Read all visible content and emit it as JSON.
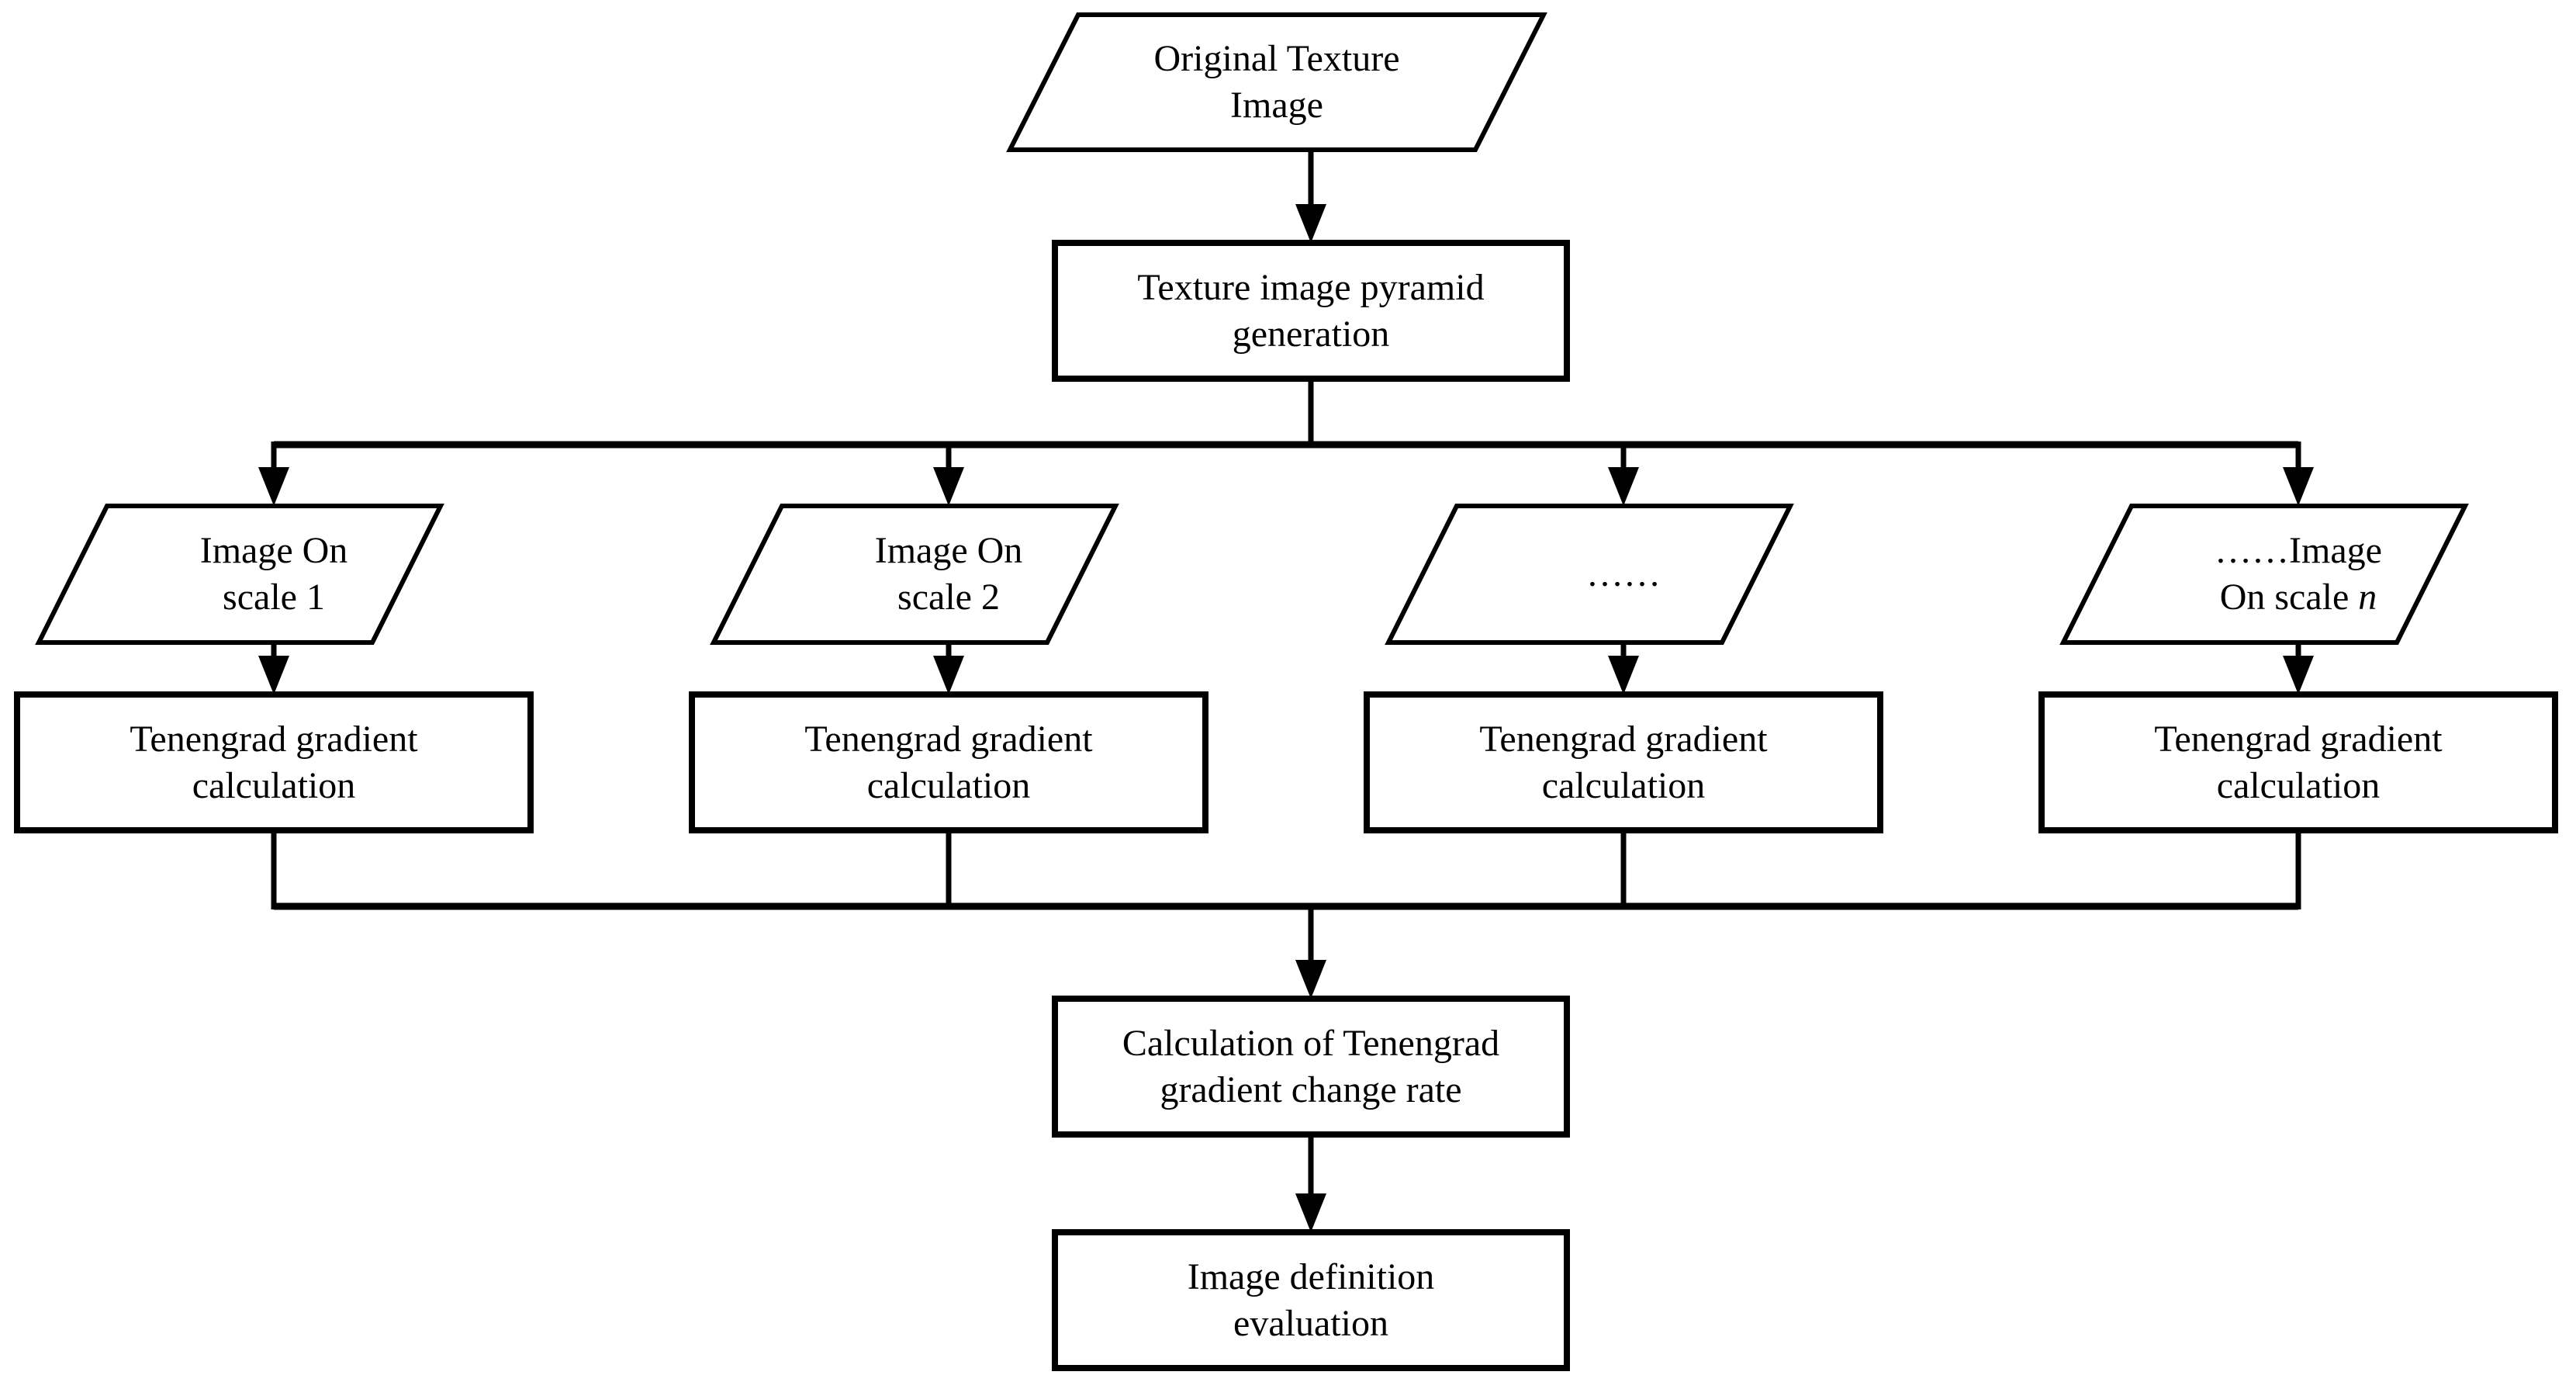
{
  "figure": {
    "type": "flowchart",
    "colors": {
      "stroke": "#000000",
      "background": "#ffffff",
      "text": "#000000"
    },
    "edges": [
      "original -> pyramid",
      "pyramid -> scale_1",
      "pyramid -> scale_2",
      "pyramid -> scale_dots",
      "pyramid -> scale_n",
      "scale_1 -> tenengrad_1",
      "scale_2 -> tenengrad_2",
      "scale_dots -> tenengrad_3",
      "scale_n -> tenengrad_4",
      "tenengrad_1 -> change_rate",
      "tenengrad_2 -> change_rate",
      "tenengrad_3 -> change_rate",
      "tenengrad_4 -> change_rate",
      "change_rate -> evaluation"
    ]
  },
  "nodes": {
    "original": {
      "shape": "parallelogram",
      "label": "Original Texture\nImage"
    },
    "pyramid": {
      "shape": "rect",
      "label": "Texture image pyramid\ngeneration"
    },
    "scale_1": {
      "shape": "parallelogram",
      "label": "Image On\nscale 1"
    },
    "scale_2": {
      "shape": "parallelogram",
      "label": "Image On\nscale 2"
    },
    "scale_dots": {
      "shape": "parallelogram",
      "label": "……"
    },
    "scale_n": {
      "shape": "parallelogram",
      "prefix": "……Image\nOn scale ",
      "var": "n"
    },
    "tenengrad": {
      "shape": "rect",
      "label": "Tenengrad gradient\ncalculation",
      "count": 4
    },
    "change_rate": {
      "shape": "rect",
      "label": "Calculation of Tenengrad\ngradient change rate"
    },
    "evaluation": {
      "shape": "rect",
      "label": "Image definition\nevaluation"
    }
  }
}
